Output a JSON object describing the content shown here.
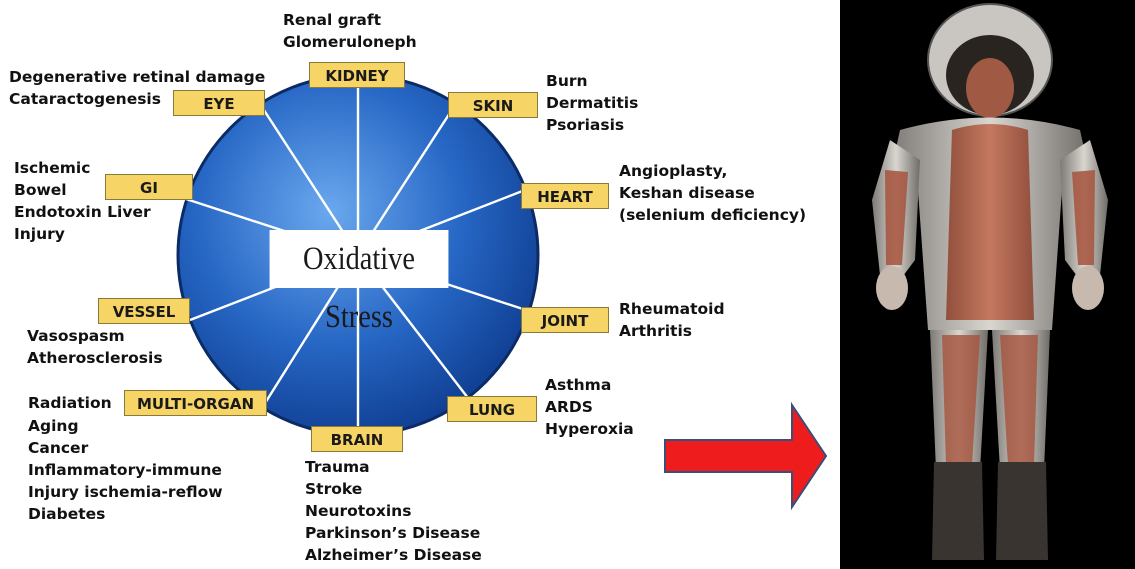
{
  "center": {
    "label": "Oxidative Stress"
  },
  "organs": {
    "kidney": {
      "label": "KIDNEY",
      "notes": [
        "Renal graft",
        "Glomeruloneph"
      ]
    },
    "eye": {
      "label": "EYE",
      "notes": [
        "Degenerative retinal damage",
        "Cataractogenesis"
      ]
    },
    "skin": {
      "label": "SKIN",
      "notes": [
        "Burn",
        "Dermatitis",
        "Psoriasis"
      ]
    },
    "gi": {
      "label": "GI",
      "notes": [
        "Ischemic",
        "Bowel",
        "Endotoxin Liver",
        "Injury"
      ]
    },
    "heart": {
      "label": "HEART",
      "notes": [
        "Angioplasty,",
        "Keshan disease",
        "(selenium deficiency)"
      ]
    },
    "vessel": {
      "label": "VESSEL",
      "notes": [
        "Vasospasm",
        "Atherosclerosis"
      ]
    },
    "joint": {
      "label": "JOINT",
      "notes": [
        "Rheumatoid",
        "Arthritis"
      ]
    },
    "multi_organ": {
      "label": "MULTI-ORGAN",
      "notes": [
        "Radiation",
        "Aging",
        "Cancer",
        "Inflammatory-immune",
        "Injury ischemia-reflow",
        "Diabetes"
      ]
    },
    "lung": {
      "label": "LUNG",
      "notes": [
        "Asthma",
        "ARDS",
        "Hyperoxia"
      ]
    },
    "brain": {
      "label": "BRAIN",
      "notes": [
        "Trauma",
        "Stroke",
        "Neurotoxins",
        "Parkinson’s Disease",
        "Alzheimer’s Disease"
      ]
    }
  },
  "colors": {
    "circle_light": "#4d8fe0",
    "circle_dark": "#0d3a8c",
    "label_fill": "#f6d466",
    "arrow": "#ee1c1c",
    "arrow_border": "#3b4d7a"
  }
}
